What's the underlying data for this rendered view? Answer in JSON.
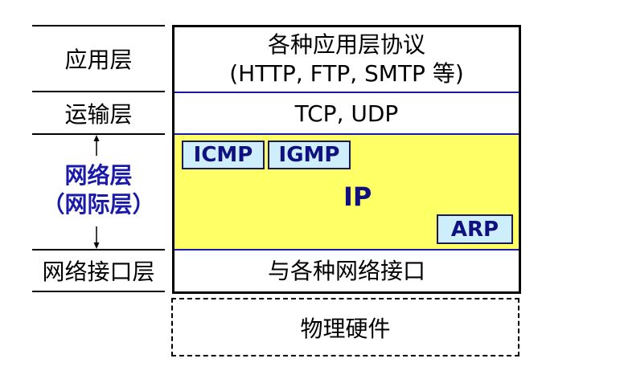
{
  "layers": {
    "application": {
      "label": "应用层",
      "content_line1": "各种应用层协议",
      "content_line2": "(HTTP, FTP, SMTP 等)"
    },
    "transport": {
      "label": "运输层",
      "content": "TCP, UDP"
    },
    "network": {
      "label_line1": "网络层",
      "label_line2": "（网际层）",
      "main_protocol": "IP",
      "protocols": [
        "ICMP",
        "IGMP",
        "ARP"
      ]
    },
    "link": {
      "label": "网络接口层",
      "content": "与各种网络接口"
    },
    "physical": {
      "content": "物理硬件"
    }
  },
  "colors": {
    "network_fill": "#ffff66",
    "network_text": "#1a1aa8",
    "protocol_box_fill": "#cdeefa",
    "protocol_text": "#101080"
  }
}
